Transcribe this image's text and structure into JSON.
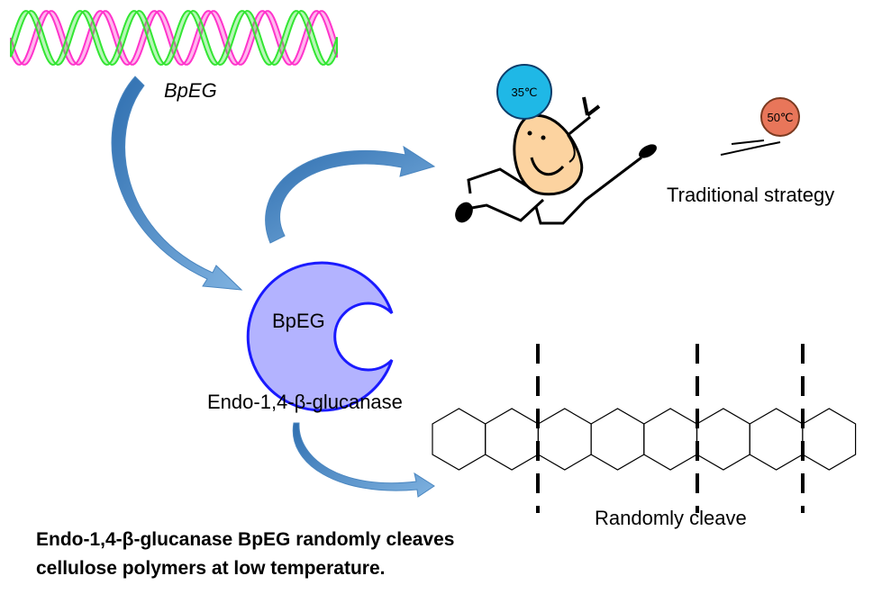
{
  "gene_label": "BpEG",
  "enzyme_label": "BpEG",
  "enzyme_full_name": "Endo-1,4-β-glucanase",
  "temp_low": "35℃",
  "temp_high": "50℃",
  "strategy_label": "Traditional strategy",
  "cleave_label": "Randomly cleave",
  "caption_line1": "Endo-1,4-β-glucanase BpEG randomly cleaves",
  "caption_line2": "cellulose polymers at low temperature.",
  "colors": {
    "dna_strand_1": "#ff33cc",
    "dna_strand_2": "#33e633",
    "arrow_blue": "#5b9bd5",
    "enzyme_fill": "#b3b3ff",
    "enzyme_stroke": "#1a1aff",
    "ball_35": "#1fb8e6",
    "ball_50": "#e8765a",
    "face_fill": "#fcd3a0"
  }
}
